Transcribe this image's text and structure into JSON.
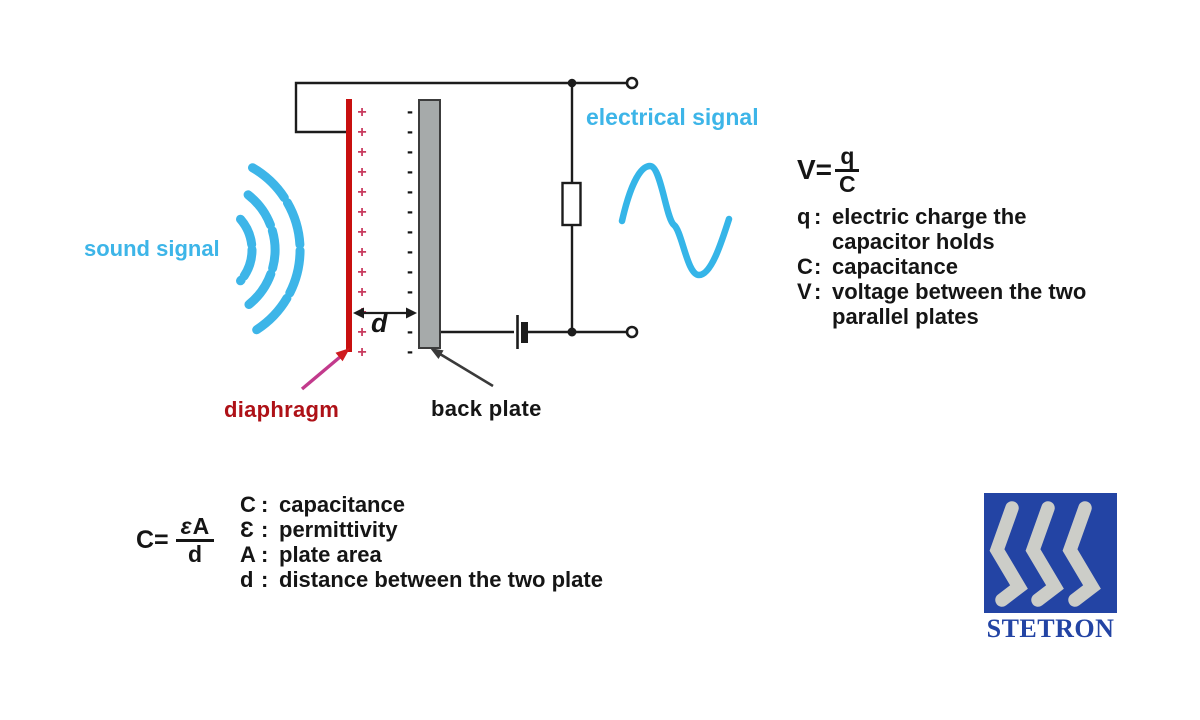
{
  "diagram": {
    "sound_signal_label": "sound signal",
    "electrical_signal_label": "electrical signal",
    "diaphragm_label": "diaphragm",
    "back_plate_label": "back plate",
    "distance_label": "d",
    "charges": {
      "plus_symbol": "+",
      "minus_symbol": "-",
      "count": 13
    }
  },
  "voltage_formula": {
    "lhs": "V=",
    "numerator": "q",
    "denominator": "C",
    "legend": [
      {
        "symbol": "q",
        "separator": ":",
        "line1": "electric charge the",
        "line2": "capacitor holds"
      },
      {
        "symbol": "C",
        "separator": ":",
        "line1": "capacitance"
      },
      {
        "symbol": "V",
        "separator": ":",
        "line1": "voltage between the two",
        "line2": "parallel plates"
      }
    ]
  },
  "capacitance_formula": {
    "lhs": "C=",
    "numerator_epsilon": "ε",
    "numerator_area": "A",
    "denominator": "d",
    "legend": [
      {
        "symbol": "C",
        "separator": ":",
        "line1": "capacitance"
      },
      {
        "symbol": "Ɛ",
        "separator": ":",
        "line1": "permittivity"
      },
      {
        "symbol": "A",
        "separator": ":",
        "line1": "plate area"
      },
      {
        "symbol": "d",
        "separator": ":",
        "line1": "distance between the two plate"
      }
    ]
  },
  "logo": {
    "wordmark": "STETRON"
  },
  "colors": {
    "signal_blue": "#3db5e8",
    "diaphragm_red": "#c8100f",
    "diaphragm_label_red": "#ae1117",
    "charge_pink": "#c83a5e",
    "wire_black": "#1c1c1c",
    "back_plate_gray": "#a6aaaa",
    "logo_blue": "#2344a4",
    "logo_gray": "#cccdc8"
  }
}
